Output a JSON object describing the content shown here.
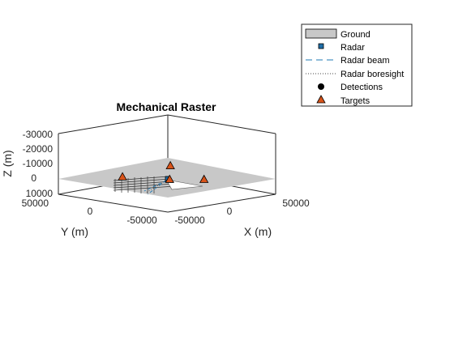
{
  "chart_data": {
    "type": "scatter",
    "title": "Mechanical Raster",
    "xlabel": "X (m)",
    "ylabel": "Y (m)",
    "zlabel": "Z (m)",
    "x_ticks": [
      "-50000",
      "0",
      "50000"
    ],
    "y_ticks": [
      "50000",
      "0",
      "-50000"
    ],
    "z_ticks": [
      "-30000",
      "-20000",
      "-10000",
      "0",
      "10000"
    ],
    "xlim": [
      -60000,
      60000
    ],
    "ylim": [
      -60000,
      60000
    ],
    "zlim": [
      -30000,
      10000
    ],
    "z_direction": "reversed",
    "grid": false,
    "legend_position": "top-right",
    "legend": [
      {
        "name": "Ground",
        "marker": "ground-patch"
      },
      {
        "name": "Radar",
        "marker": "square"
      },
      {
        "name": "Radar beam",
        "marker": "dashed-line"
      },
      {
        "name": "Radar boresight",
        "marker": "dotted-line"
      },
      {
        "name": "Detections",
        "marker": "circle"
      },
      {
        "name": "Targets",
        "marker": "triangle"
      }
    ],
    "series": [
      {
        "name": "Radar",
        "points": [
          [
            0,
            0,
            0
          ]
        ]
      },
      {
        "name": "Targets",
        "points": [
          [
            -20000,
            30000,
            0
          ],
          [
            15000,
            12000,
            -8000
          ],
          [
            20000,
            -20000,
            0
          ],
          [
            0,
            -2000,
            0
          ]
        ]
      }
    ]
  },
  "colors": {
    "ground": "#c8c8c8",
    "radar": "#1f6ea8",
    "beam": "#1f78b4",
    "target_fill": "#d95319",
    "axis": "#262626"
  }
}
